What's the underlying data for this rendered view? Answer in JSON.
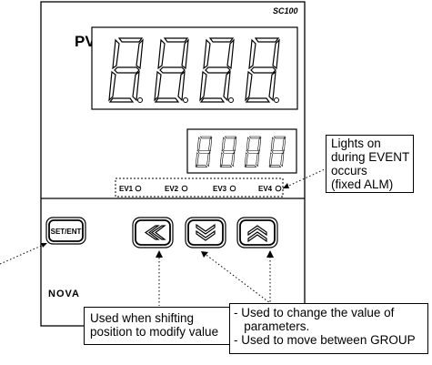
{
  "device": {
    "model": "SC100",
    "pv_label": "PV",
    "sv_placeholder": "8888",
    "pv_placeholder": "8888",
    "brand": "NOVA",
    "events": [
      "EV1",
      "EV2",
      "EV3",
      "EV4"
    ],
    "keys": {
      "set_ent": "SET/ENT",
      "shift": "shift-left-icon",
      "down": "down-chevron-icon",
      "up": "up-chevron-icon"
    }
  },
  "callouts": {
    "event": [
      "Lights on",
      "during EVENT",
      "occurs",
      "(fixed ALM)"
    ],
    "shift": [
      "Used when shifting",
      "position to modify value"
    ],
    "updown": [
      "- Used to change the value of",
      "   parameters.",
      "- Used to move between GROUP"
    ]
  },
  "colors": {
    "line": "#000000",
    "background": "#ffffff"
  }
}
